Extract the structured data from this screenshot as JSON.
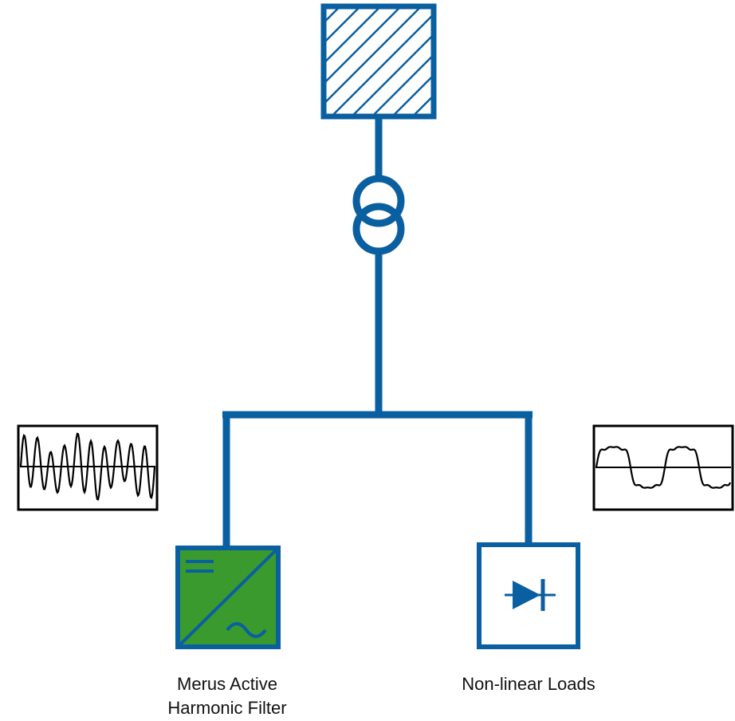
{
  "colors": {
    "line": "#0a5fa0",
    "filter_fill": "#3a9a2e",
    "waveform": "#000000"
  },
  "labels": {
    "filter_line1": "Merus Active",
    "filter_line2": "Harmonic Filter",
    "load": "Non-linear Loads"
  },
  "icons": {
    "source": "hatched-source-icon",
    "transformer": "transformer-icon",
    "filter": "converter-icon",
    "load": "diode-icon"
  }
}
